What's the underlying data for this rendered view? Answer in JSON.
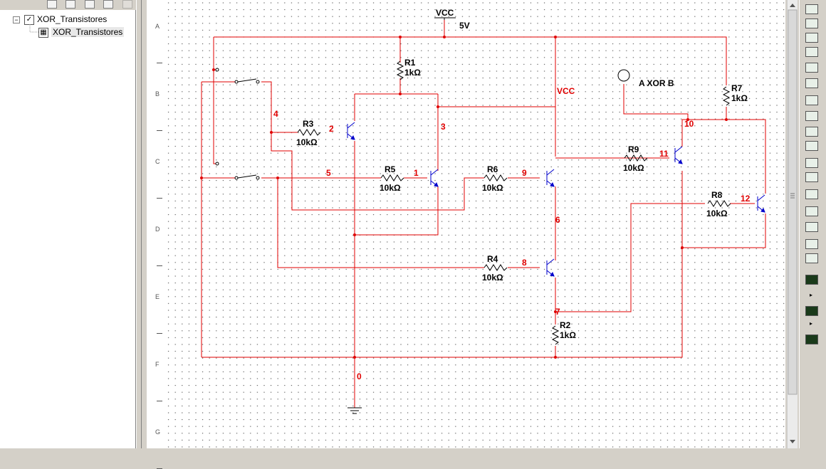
{
  "tree": {
    "root_label": "XOR_Transistores",
    "child_label": "XOR_Transistores",
    "expander": "−"
  },
  "ruler": {
    "rows": [
      "A",
      "B",
      "C",
      "D",
      "E",
      "F",
      "G"
    ]
  },
  "schematic": {
    "vcc_label": "VCC",
    "vcc_value": "5V",
    "vcc_rail_label": "VCC",
    "probe_label": "A XOR B",
    "ground_node": "0",
    "resistors": [
      {
        "name": "R1",
        "value": "1kΩ"
      },
      {
        "name": "R2",
        "value": "1kΩ"
      },
      {
        "name": "R3",
        "value": "10kΩ"
      },
      {
        "name": "R4",
        "value": "10kΩ"
      },
      {
        "name": "R5",
        "value": "10kΩ"
      },
      {
        "name": "R6",
        "value": "10kΩ"
      },
      {
        "name": "R7",
        "value": "1kΩ"
      },
      {
        "name": "R8",
        "value": "10kΩ"
      },
      {
        "name": "R9",
        "value": "10kΩ"
      }
    ],
    "nodes": [
      "1",
      "2",
      "3",
      "4",
      "5",
      "6",
      "7",
      "8",
      "9",
      "10",
      "11",
      "12"
    ]
  },
  "colors": {
    "wire": "#e00000",
    "component": "#000000",
    "transistor": "#0000cc",
    "node_label": "#e00000",
    "canvas": "#ffffff"
  },
  "instruments": [
    "multimeter-icon",
    "function-generator-icon",
    "wattmeter-icon",
    "oscilloscope-icon",
    "four-channel-oscilloscope-icon",
    "bode-plotter-icon",
    "frequency-counter-icon",
    "word-generator-icon",
    "logic-analyzer-icon",
    "logic-converter-icon",
    "iv-analyzer-icon",
    "distortion-analyzer-icon",
    "spectrum-analyzer-icon",
    "network-analyzer-icon",
    "agilent-function-generator-icon",
    "agilent-multimeter-icon",
    "agilent-oscilloscope-icon",
    "tektronix-oscilloscope-icon",
    "measurement-probe-icon",
    "labview-instrument-icon",
    "current-probe-icon"
  ]
}
